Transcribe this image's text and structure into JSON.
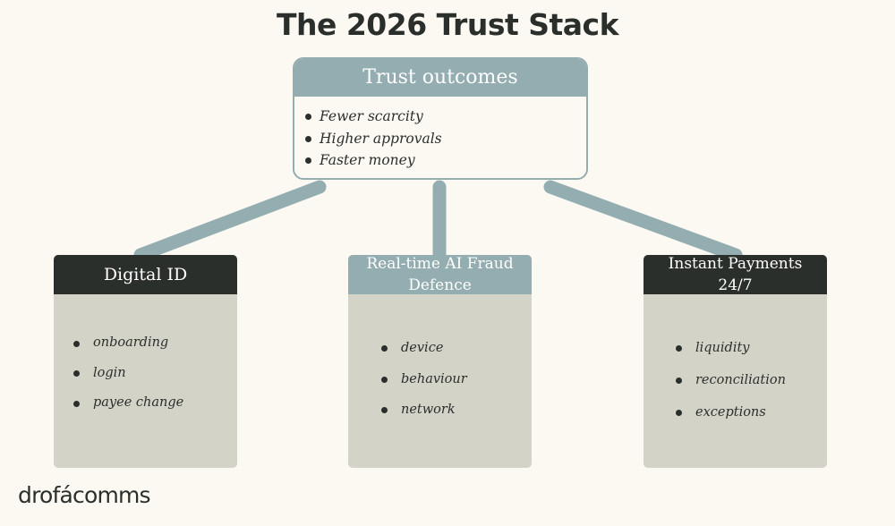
{
  "title": "The 2026 Trust Stack",
  "top": {
    "header": "Trust outcomes",
    "items": [
      "Fewer scarcity",
      "Higher approvals",
      "Faster money"
    ]
  },
  "cards": [
    {
      "header": "Digital ID",
      "items": [
        "onboarding",
        "login",
        "payee change"
      ]
    },
    {
      "header": "Real-time AI Fraud Defence",
      "items": [
        "device",
        "behaviour",
        "network"
      ]
    },
    {
      "header": "Instant Payments 24/7",
      "items": [
        "liquidity",
        "reconciliation",
        "exceptions"
      ]
    }
  ],
  "logo": "drofácomms",
  "colors": {
    "teal": "#93adb0",
    "dark": "#2b2f2c",
    "card": "#d3d3c8",
    "background": "#fcf9f3"
  }
}
